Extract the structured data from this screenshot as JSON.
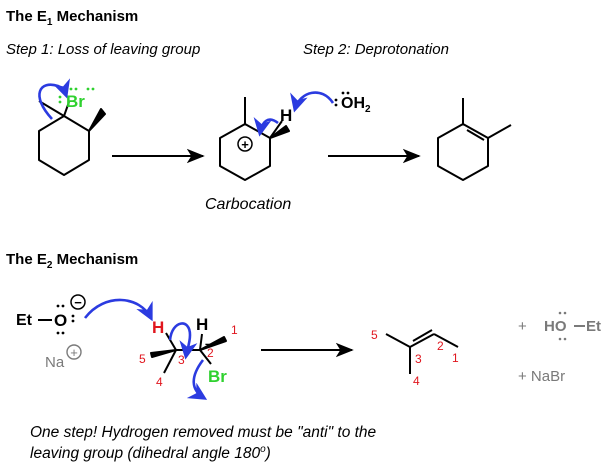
{
  "e1": {
    "title_main": "The E",
    "title_sub": "1",
    "title_rest": " Mechanism",
    "step1": "Step 1: Loss of leaving group",
    "step2": "Step 2: Deprotonation",
    "br_label": "Br",
    "h_label": "H",
    "water_o": "OH",
    "water_sub": "2",
    "plus_charge": "+",
    "carbocation": "Carbocation"
  },
  "e2": {
    "title_main": "The E",
    "title_sub": "2",
    "title_rest": " Mechanism",
    "et": "Et",
    "o": "O",
    "minus": "−",
    "na": "Na",
    "na_plus": "+",
    "h_red": "H",
    "h_black": "H",
    "br": "Br",
    "n1": "1",
    "n2": "2",
    "n3": "3",
    "n4": "4",
    "n5": "5",
    "p5": "5",
    "p3": "3",
    "p2": "2",
    "p1": "1",
    "p4": "4",
    "plus1": "+",
    "hoet_h": "H",
    "hoet_o": "O",
    "hoet_et": "Et",
    "plus_nabr": "+ NaBr",
    "note_line1": "One step! Hydrogen removed must be \"anti\" to the",
    "note_line2_a": "leaving group (dihedral angle 180",
    "note_line2_sup": "o",
    "note_line2_b": ")"
  },
  "colors": {
    "arrow_blue": "#2b3be0",
    "br_green": "#2fd12f",
    "number_red": "#e0161e",
    "h_red": "#e0161e",
    "gray_text": "#7a7a7a"
  }
}
